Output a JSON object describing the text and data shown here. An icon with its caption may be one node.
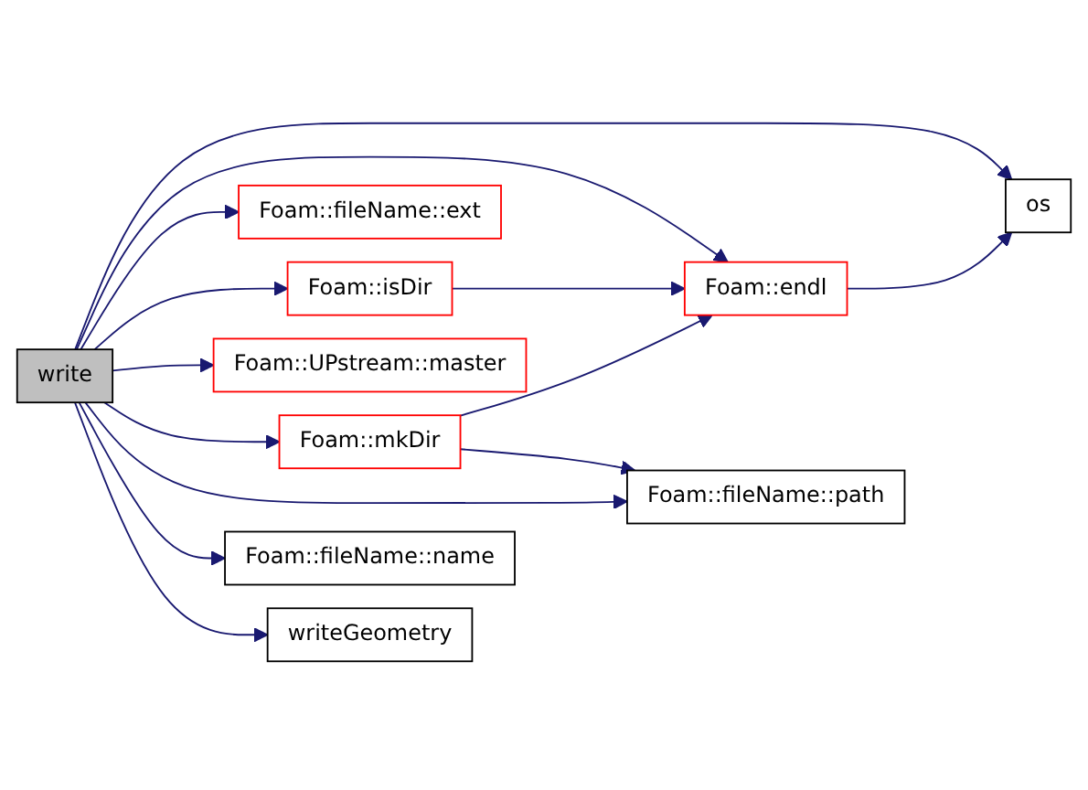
{
  "diagram": {
    "nodes": [
      {
        "text": [
          "write"
        ]
      },
      {
        "text": [
          "os"
        ]
      },
      {
        "text": [
          "Foam::fileName::ext"
        ]
      },
      {
        "text": [
          "Foam::endl"
        ]
      },
      {
        "text": [
          "Foam::isDir"
        ]
      },
      {
        "text": [
          "Foam::UPstream::master"
        ]
      },
      {
        "text": [
          "Foam::mkDir"
        ]
      },
      {
        "text": [
          "Foam::fileName::path"
        ]
      },
      {
        "text": [
          "Foam::fileName::name"
        ]
      },
      {
        "text": [
          "writeGeometry"
        ]
      }
    ],
    "edges": [
      {
        "from": 0,
        "to": 1,
        "arrow": "to"
      },
      {
        "from": 0,
        "to": 3,
        "arrow": "to"
      },
      {
        "from": 0,
        "to": 2,
        "arrow": "to"
      },
      {
        "from": 0,
        "to": 4,
        "arrow": "to"
      },
      {
        "from": 0,
        "to": 5,
        "arrow": "to"
      },
      {
        "from": 0,
        "to": 6,
        "arrow": "to"
      },
      {
        "from": 0,
        "to": 7,
        "arrow": "to"
      },
      {
        "from": 0,
        "to": 8,
        "arrow": "to"
      },
      {
        "from": 0,
        "to": 9,
        "arrow": "to"
      },
      {
        "from": 3,
        "to": 1,
        "arrow": "to"
      },
      {
        "from": 4,
        "to": 3,
        "arrow": "to"
      },
      {
        "from": 6,
        "to": 3,
        "arrow": "to"
      },
      {
        "from": 6,
        "to": 7,
        "arrow": "to"
      }
    ]
  }
}
